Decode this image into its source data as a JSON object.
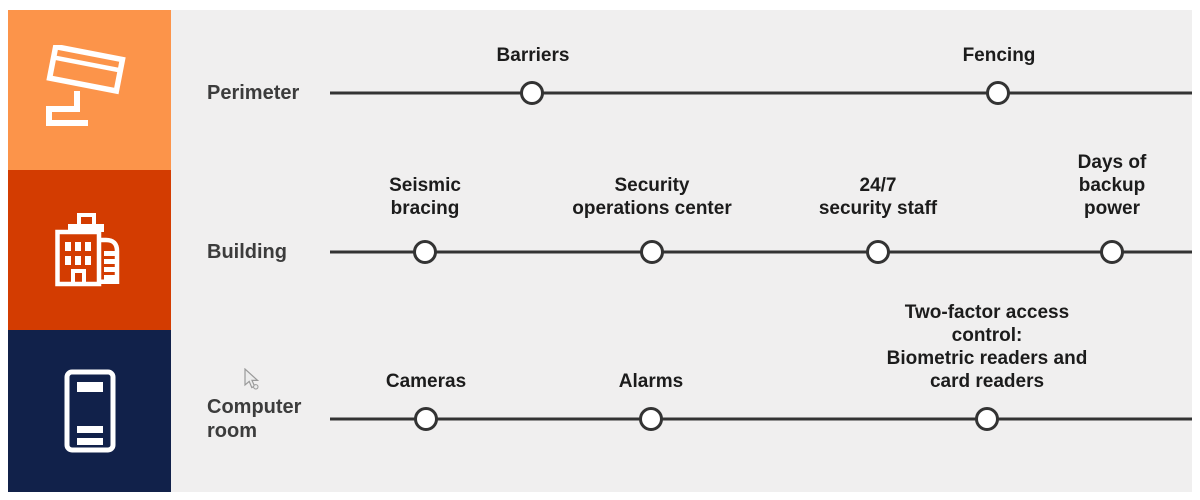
{
  "colors": {
    "page_background": "#FFFFFF",
    "panel_background": "#F0EFEF",
    "perimeter_tile": "#FC944A",
    "building_tile": "#D33C01",
    "computer_room_tile": "#11214A",
    "timeline_line": "#333333",
    "node_fill": "#FFFFFF",
    "node_stroke": "#333333",
    "node_label_text": "#1C1C1C",
    "row_label_text": "#3C3C3C",
    "icon_glyph": "#FFFFFF"
  },
  "rows": [
    {
      "label": "Perimeter",
      "icon": "security-camera-icon",
      "items": [
        {
          "label": "Barriers"
        },
        {
          "label": "Fencing"
        }
      ]
    },
    {
      "label": "Building",
      "icon": "building-icon",
      "items": [
        {
          "label": "Seismic\nbracing"
        },
        {
          "label": "Security\noperations center"
        },
        {
          "label": "24/7\nsecurity staff"
        },
        {
          "label": "Days of backup\npower"
        }
      ]
    },
    {
      "label": "Computer\nroom",
      "icon": "server-rack-icon",
      "items": [
        {
          "label": "Cameras"
        },
        {
          "label": "Alarms"
        },
        {
          "label": "Two-factor access control:\nBiometric readers and card readers"
        }
      ]
    }
  ]
}
